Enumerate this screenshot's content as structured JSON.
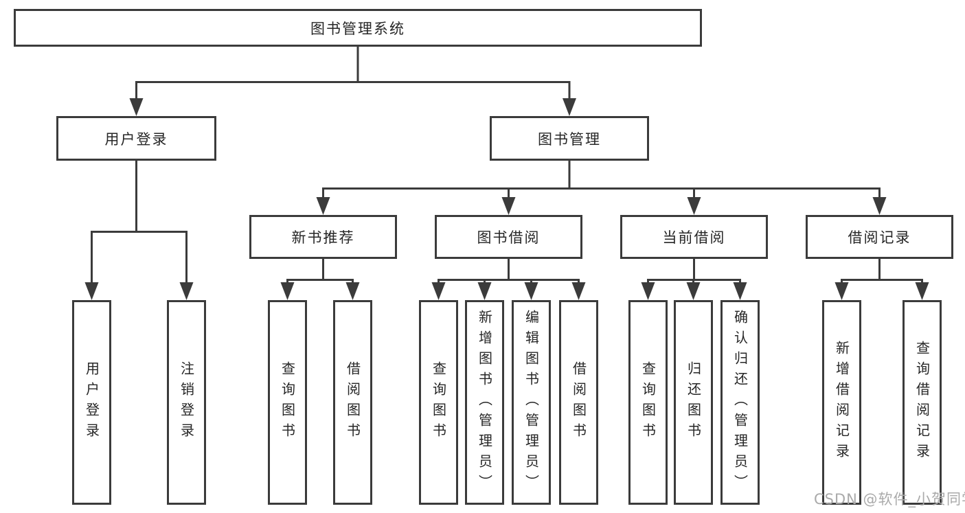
{
  "colors": {
    "line": "#3b3b3b",
    "text": "#262626",
    "watermark": "#aaaaaa",
    "background": "#ffffff"
  },
  "tree": {
    "root": {
      "label": "图书管理系统"
    },
    "level2": [
      {
        "label": "用户登录"
      },
      {
        "label": "图书管理"
      }
    ],
    "level3": [
      {
        "label": "新书推荐"
      },
      {
        "label": "图书借阅"
      },
      {
        "label": "当前借阅"
      },
      {
        "label": "借阅记录"
      }
    ],
    "leaves": {
      "user_login": [
        "用户登录",
        "注销登录"
      ],
      "new_book": [
        "查询图书",
        "借阅图书"
      ],
      "book_borrow": [
        "查询图书",
        "新增图书（管理员）",
        "编辑图书（管理员）",
        "借阅图书"
      ],
      "current_borrow": [
        "查询图书",
        "归还图书",
        "确认归还（管理员）"
      ],
      "records": [
        "新增借阅记录",
        "查询借阅记录"
      ]
    }
  },
  "watermark": {
    "text": "CSDN @软件_小贺同学"
  }
}
